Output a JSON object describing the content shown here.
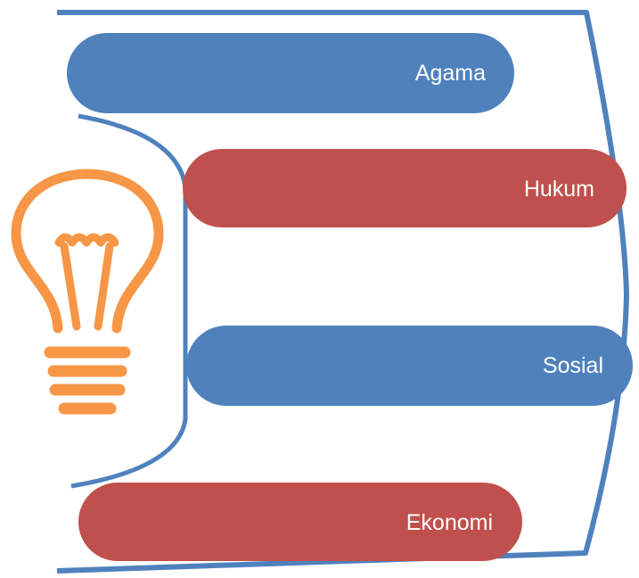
{
  "items": [
    {
      "label": "Agama",
      "color": "#4F81BD"
    },
    {
      "label": "Hukum",
      "color": "#C0504D"
    },
    {
      "label": "Sosial",
      "color": "#4F81BD"
    },
    {
      "label": "Ekonomi",
      "color": "#C0504D"
    }
  ],
  "frame_color": "#4F81BD",
  "bulb_color": "#F79646",
  "icon": "lightbulb-icon"
}
